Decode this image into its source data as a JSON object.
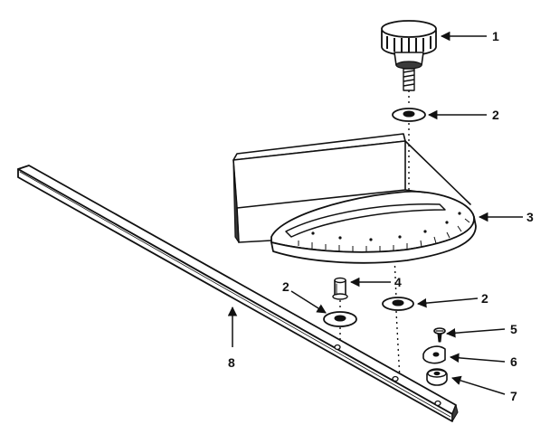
{
  "diagram": {
    "colors": {
      "ink": "#111111",
      "paper": "#ffffff",
      "shade": "#3a3a3a"
    },
    "parts": [
      {
        "id": "knob",
        "callout": "1"
      },
      {
        "id": "washer_top",
        "callout": "2"
      },
      {
        "id": "miter_head",
        "callout": "3"
      },
      {
        "id": "stop_pin",
        "callout": "4"
      },
      {
        "id": "washer_bar",
        "callout": "2"
      },
      {
        "id": "washer_right",
        "callout": "2"
      },
      {
        "id": "screw",
        "callout": "5"
      },
      {
        "id": "clip",
        "callout": "6"
      },
      {
        "id": "nut",
        "callout": "7"
      },
      {
        "id": "miter_bar",
        "callout": "8"
      }
    ]
  }
}
